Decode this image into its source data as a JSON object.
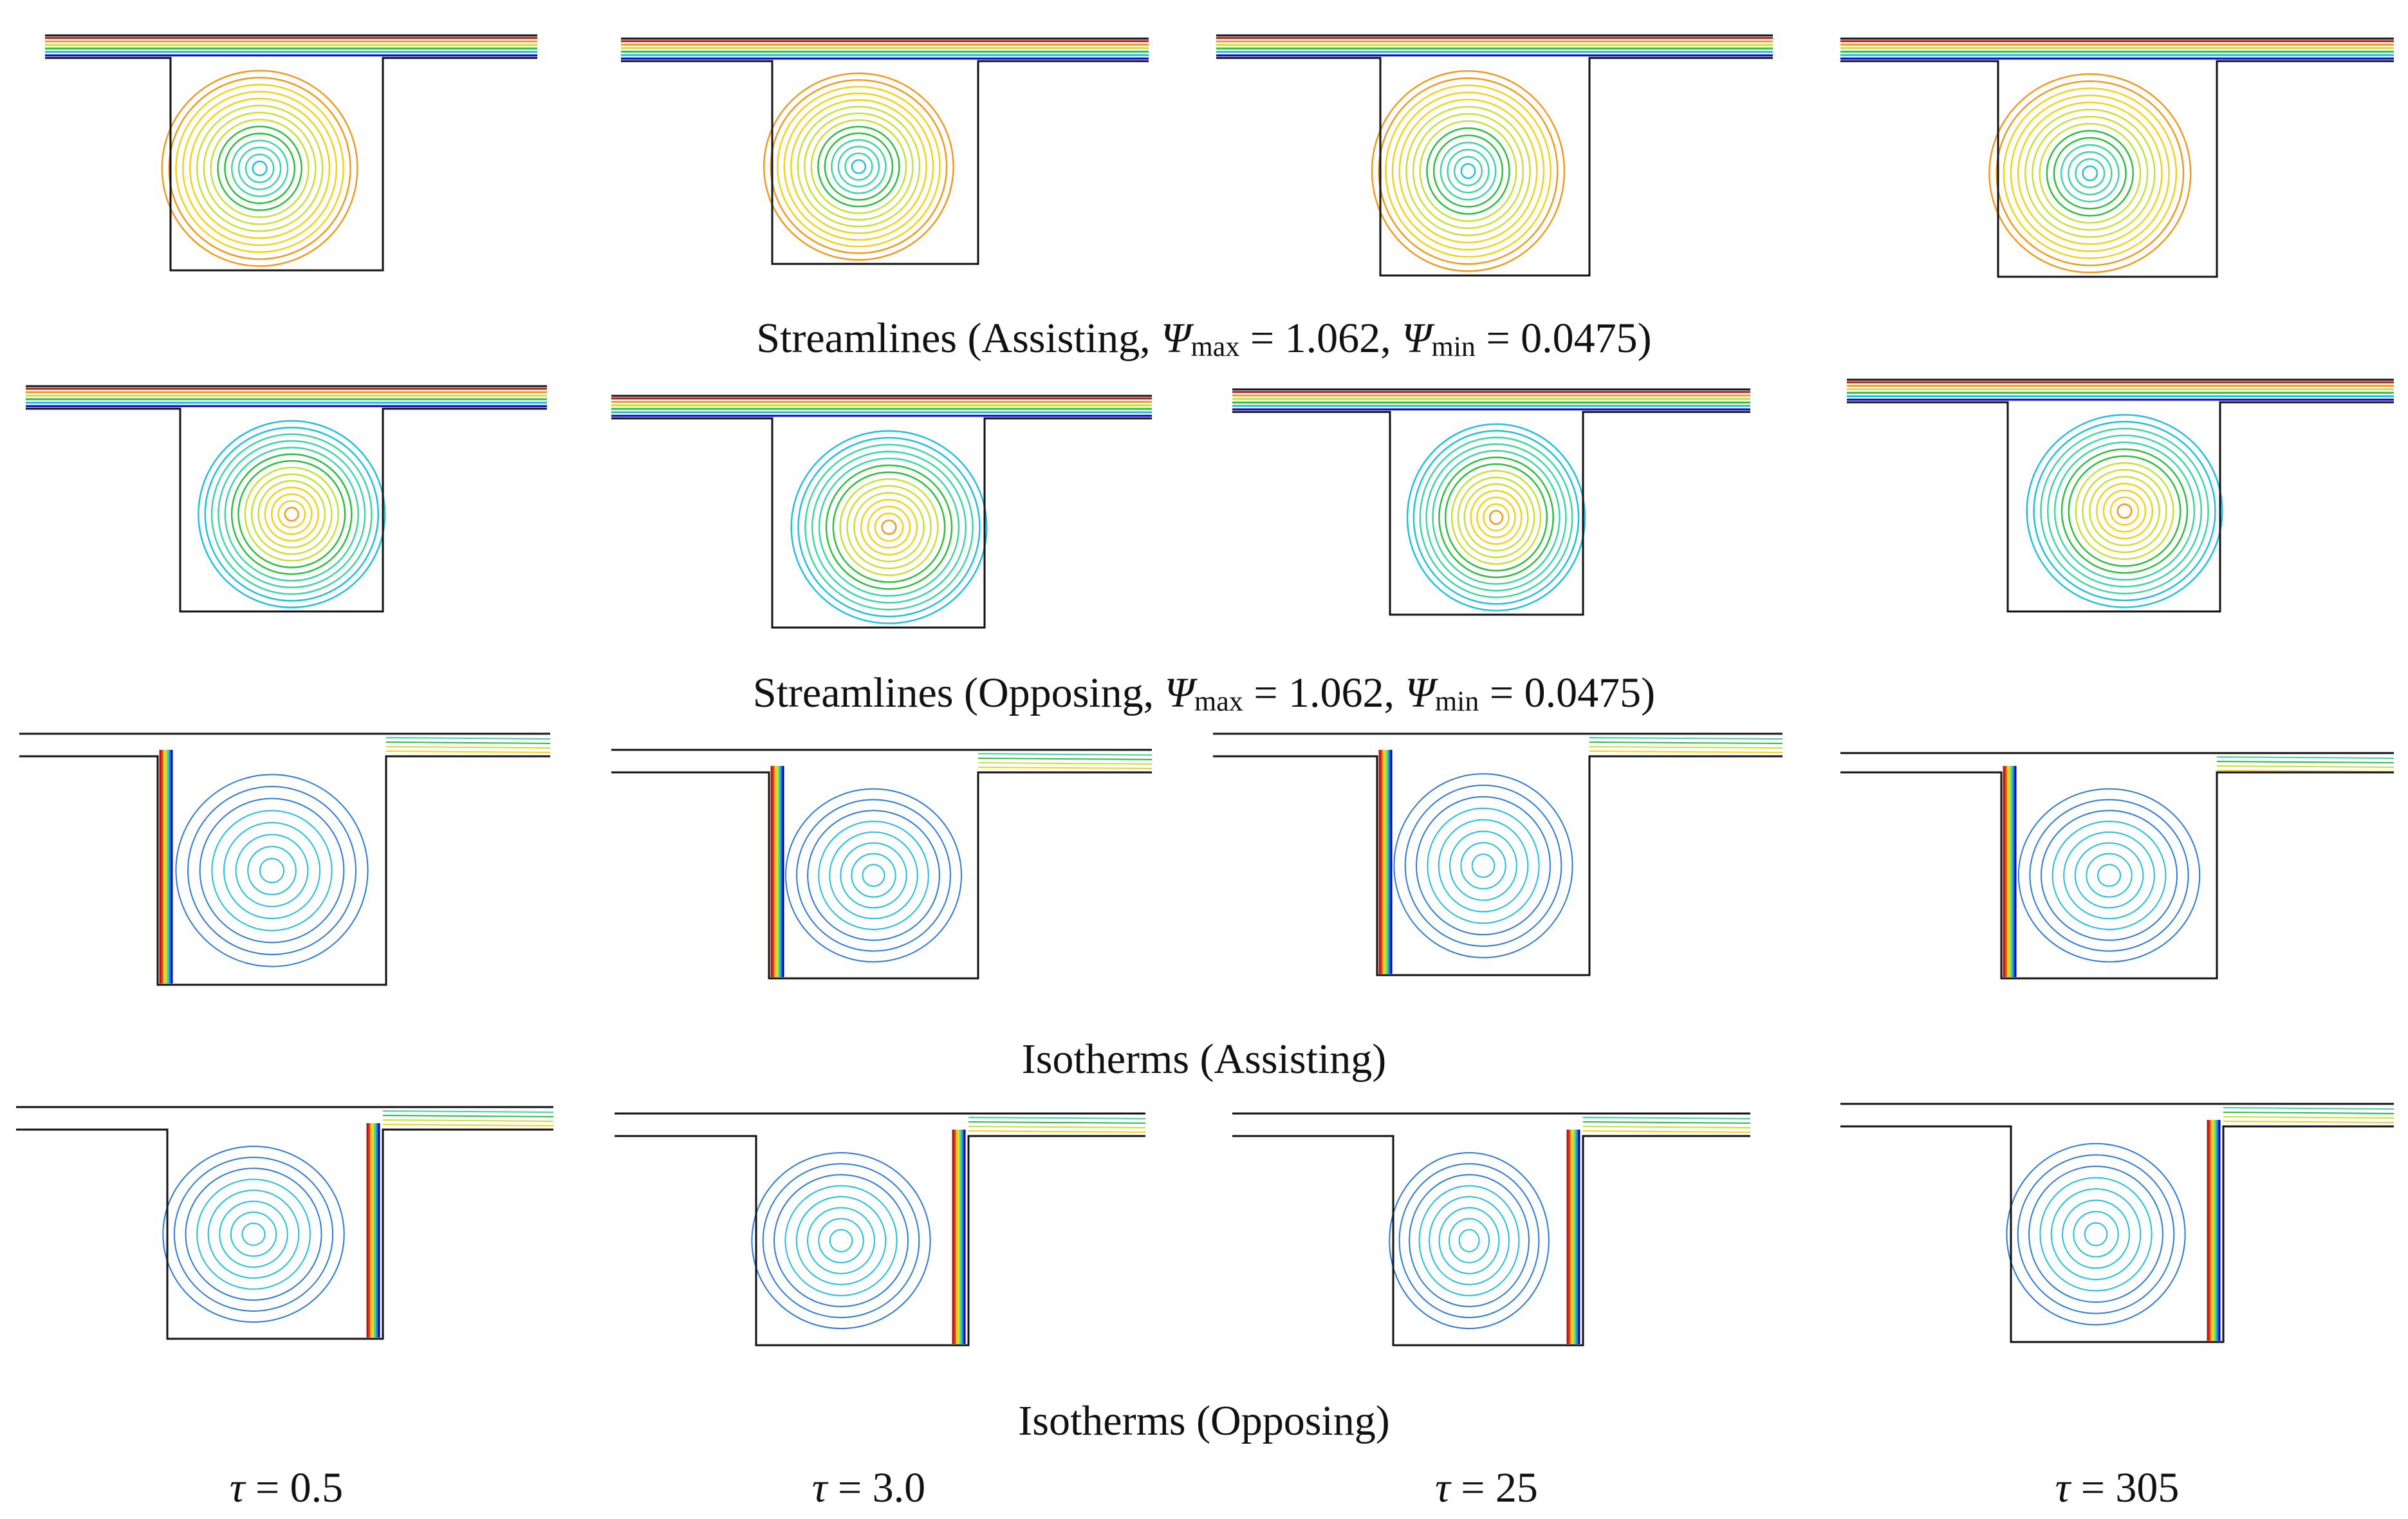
{
  "captions": {
    "streamlines_assisting": {
      "prefix": "Streamlines (Assisting, ",
      "psi_symbol": "Ψ",
      "max_sub": "max",
      "max_value": " = 1.062, ",
      "min_sub": "min",
      "min_value": " = 0.0475)"
    },
    "streamlines_opposing": {
      "prefix": "Streamlines (Opposing, ",
      "psi_symbol": "Ψ",
      "max_sub": "max",
      "max_value": " = 1.062, ",
      "min_sub": "min",
      "min_value": " = 0.0475)"
    },
    "isotherms_assisting": "Isotherms (Assisting)",
    "isotherms_opposing": "Isotherms (Opposing)"
  },
  "tau_symbol": "τ",
  "tau_labels": [
    " = 0.5",
    " = 3.0",
    " = 25",
    " = 305"
  ],
  "colors": {
    "outline": "#111111",
    "palette": [
      "#0000c8",
      "#2c7bd8",
      "#22c0e0",
      "#3fd6a0",
      "#2fbf3f",
      "#c7e03a",
      "#f2d21c",
      "#f39a1e",
      "#e8411c",
      "#b01818"
    ]
  }
}
